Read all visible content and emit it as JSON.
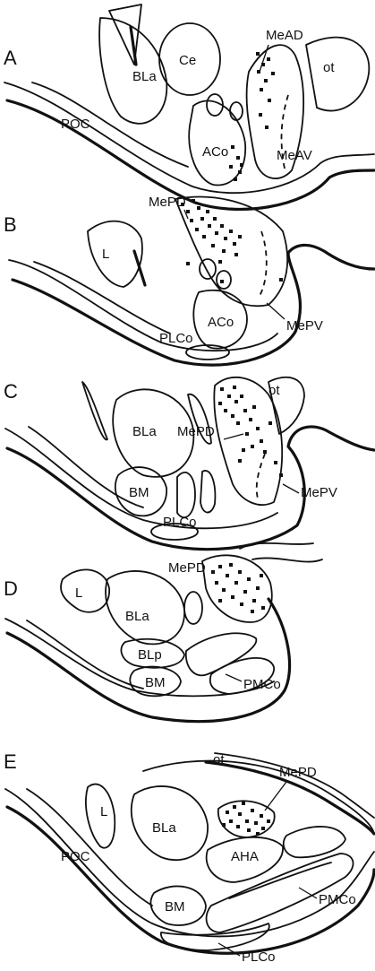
{
  "panels": [
    {
      "letter": "A",
      "labels": {
        "ce": "Ce",
        "mead": "MeAD",
        "ot": "ot",
        "bla": "BLa",
        "poc": "POC",
        "aco": "ACo",
        "meav": "MeAV"
      }
    },
    {
      "letter": "B",
      "labels": {
        "mepd": "MePD",
        "l": "L",
        "aco": "ACo",
        "plco": "PLCo",
        "mepv": "MePV"
      }
    },
    {
      "letter": "C",
      "labels": {
        "ot": "ot",
        "mepd": "MePD",
        "bla": "BLa",
        "bm": "BM",
        "plco": "PLCo",
        "mepv": "MePV"
      }
    },
    {
      "letter": "D",
      "labels": {
        "mepd": "MePD",
        "l": "L",
        "bla": "BLa",
        "blp": "BLp",
        "bm": "BM",
        "pmco": "PMCo"
      }
    },
    {
      "letter": "E",
      "labels": {
        "ot": "ot",
        "mepd": "MePD",
        "l": "L",
        "bla": "BLa",
        "poc": "POC",
        "aha": "AHA",
        "bm": "BM",
        "pmco": "PMCo",
        "plco": "PLCo"
      }
    }
  ]
}
